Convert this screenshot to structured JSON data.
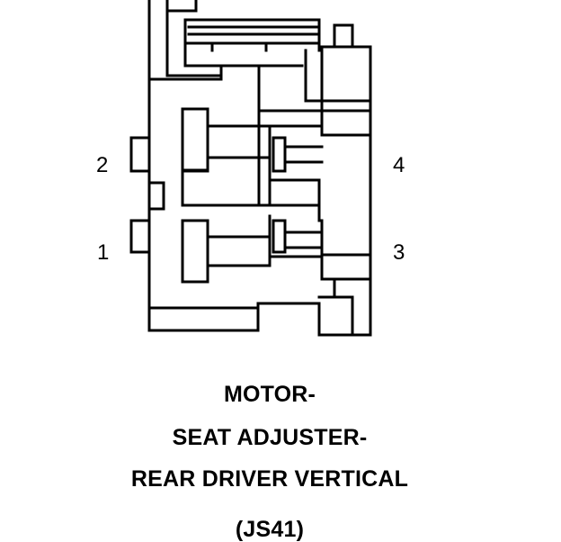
{
  "pins": {
    "pin_2": "2",
    "pin_1": "1",
    "pin_4": "4",
    "pin_3": "3"
  },
  "caption": {
    "line1": "MOTOR-",
    "line2": "SEAT ADJUSTER-",
    "line3": "REAR DRIVER VERTICAL",
    "code": "(JS41)"
  },
  "colors": {
    "stroke": "#000000",
    "background": "#ffffff"
  }
}
